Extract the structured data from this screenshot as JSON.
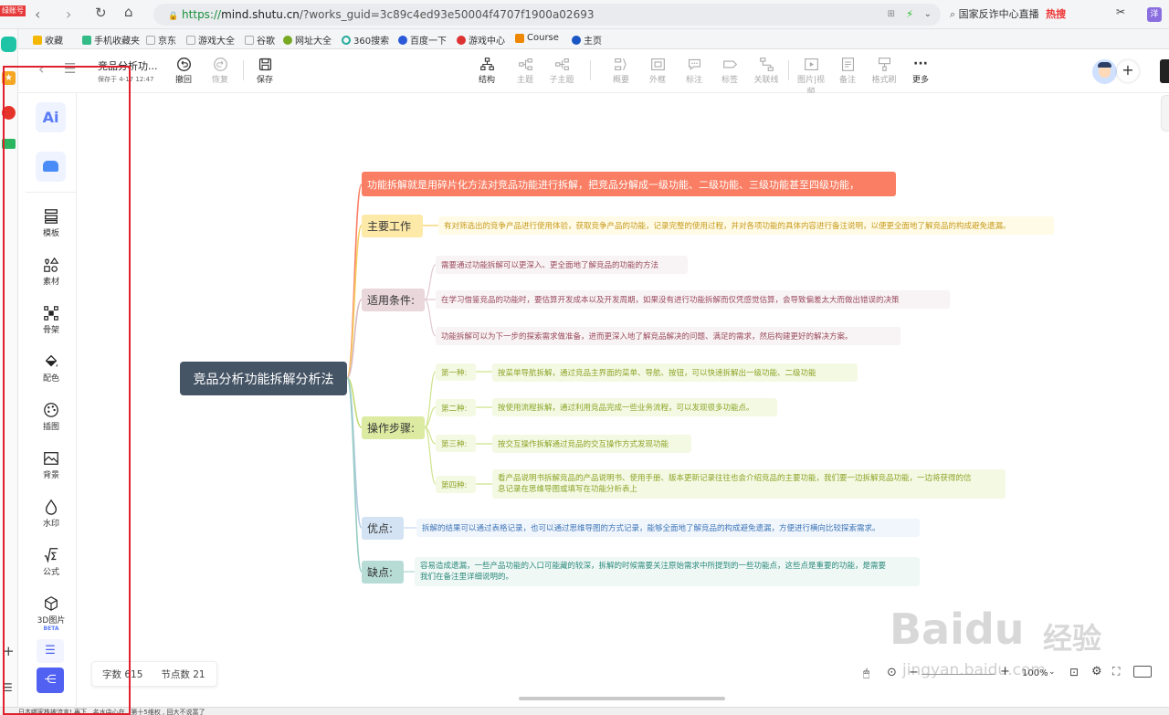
{
  "browser": {
    "url_prefix": "https://",
    "url_host": "mind.shutu.cn",
    "url_path": "/?works_guid=3c89c4ed93e50004f4707f1900a02693",
    "search_text": "国家反诈中心直播",
    "hot_label": "热搜",
    "account_badge": "绿账号",
    "user_badge": "洋",
    "bookmarks": [
      "收藏",
      "手机收藏夹",
      "京东",
      "游戏大全",
      "谷歌",
      "网址大全",
      "360搜索",
      "百度一下",
      "游戏中心",
      "Course",
      "主页"
    ]
  },
  "doc": {
    "title": "竞品分析功...",
    "saved_at": "保存于 4-17 12:47"
  },
  "toolbar": {
    "undo": "撤回",
    "redo": "恢复",
    "save": "保存",
    "structure": "结构",
    "topic": "主题",
    "subtopic": "子主题",
    "summary": "概要",
    "frame": "外框",
    "annotation": "标注",
    "tag": "标签",
    "relation": "关联线",
    "image_video": "图片|视频",
    "note": "备注",
    "format_brush": "格式刷",
    "more": "更多",
    "add": "+"
  },
  "sidebar": {
    "ai_label": "Ai",
    "items": [
      "模板",
      "素材",
      "骨架",
      "配色",
      "插图",
      "背景",
      "水印",
      "公式",
      "3D图片"
    ],
    "beta": "BETA"
  },
  "mindmap": {
    "root": "竞品分析功能拆解分析法",
    "intro": "功能拆解就是用碎片化方法对竞品功能进行拆解，把竞品分解成一级功能、二级功能、三级功能甚至四级功能，",
    "branches": [
      {
        "label": "主要工作",
        "items": [
          "有对筛选出的竞争产品进行使用体验，获取竞争产品的功能，记录完整的使用过程，并对各项功能的具体内容进行备注说明，以便更全面地了解竞品的构成避免遗漏。"
        ]
      },
      {
        "label": "适用条件:",
        "items": [
          "需要通过功能拆解可以更深入、更全面地了解竞品的功能的方法",
          "在学习借鉴竞品的功能时，要估算开发成本以及开发周期，如果没有进行功能拆解而仅凭感觉估算，会导致偏差太大而做出错误的决策",
          "功能拆解可以为下一步的探索需求做准备，进而更深入地了解竞品解决的问题、满足的需求，然后构建更好的解决方案。"
        ]
      },
      {
        "label": "操作步骤:",
        "sub": [
          {
            "label": "第一种:",
            "text": "按菜单导航拆解，通过竞品主界面的菜单、导航、按钮，可以快速拆解出一级功能、二级功能"
          },
          {
            "label": "第二种:",
            "text": "按使用流程拆解，通过利用竞品完成一些业务流程，可以发现很多功能点。"
          },
          {
            "label": "第三种:",
            "text": "按交互操作拆解通过竞品的交互操作方式发现功能"
          },
          {
            "label": "第四种:",
            "text": "看产品说明书拆解竞品的产品说明书、使用手册、版本更新记录往往也会介绍竞品的主要功能，我们要一边拆解竞品功能，一边将获得的信",
            "text2": "息记录在思维导图或填写在功能分析表上"
          }
        ]
      },
      {
        "label": "优点:",
        "items": [
          "拆解的结果可以通过表格记录，也可以通过思维导图的方式记录，能够全面地了解竞品的构成避免遗漏，方便进行横向比较探索需求。"
        ]
      },
      {
        "label": "缺点:",
        "items": [
          "容易造成遗漏，一些产品功能的入口可能藏的较深，拆解的时候需要关注原始需求中所提到的一些功能点，这些点是重要的功能，是需要",
          "我们在备注里详细说明的。"
        ]
      }
    ]
  },
  "status": {
    "word_count": "字数 615",
    "node_count": "节点数 21"
  },
  "zoom": {
    "value": "100%"
  },
  "watermark": {
    "brand": "Baidu",
    "cn": "经验",
    "url": "jingyan.baidu.com"
  },
  "bottom_text": "日本哪家株被流言! 再下 , 名水中心在 , 第十5维权 , 回大不说富了",
  "colors": {
    "intro": "#f97e63",
    "work": "#fde9a8",
    "cond": "#e9d7dc",
    "steps": "#dbeba1",
    "pros": "#d3e3f3",
    "cons": "#b7dcd6",
    "root": "#465566"
  }
}
